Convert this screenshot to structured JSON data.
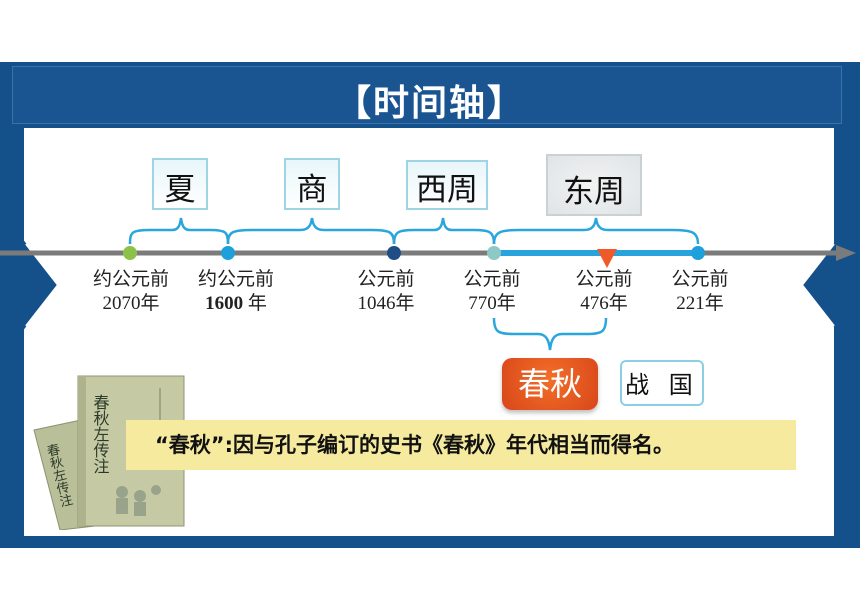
{
  "title": "【时间轴】",
  "dynasties": {
    "xia": "夏",
    "shang": "商",
    "western_zhou": "西周",
    "eastern_zhou": "东周",
    "chunqiu": "春秋",
    "zhanguo": "战 国"
  },
  "timeline": [
    {
      "line1": "约公元前",
      "line2": "2070年"
    },
    {
      "line1": "约公元前",
      "line2_bold": "1600",
      "line2_suffix": " 年"
    },
    {
      "line1": "公元前",
      "line2": "1046年"
    },
    {
      "line1": "公元前",
      "line2": "770年"
    },
    {
      "line1": "公元前",
      "line2": "476年"
    },
    {
      "line1": "公元前",
      "line2": "221年"
    }
  ],
  "note": "“春秋”:因与孔子编订的史书《春秋》年代相当而得名。",
  "book": {
    "spine_text": "春秋左传注",
    "back_text": "春秋左传注"
  },
  "colors": {
    "frame": "#14508a",
    "axis": "#7b7b7b",
    "bracket": "#2aa6dc",
    "highlight_segment": "#29a3dc",
    "dot_green": "#8cc24a",
    "dot_blue": "#1da0dc",
    "dot_navy": "#1f4e86",
    "dot_teal": "#8fc9c6",
    "marker_orange": "#f05a28",
    "chunqiu_box": "#e8541f",
    "note_bg": "#f6ea9f"
  }
}
